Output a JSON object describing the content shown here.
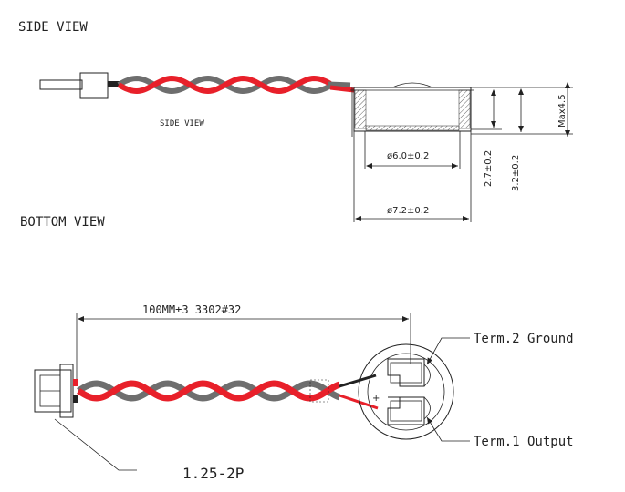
{
  "headings": {
    "side_view": "SIDE VIEW",
    "side_view_small": "SIDE VIEW",
    "bottom_view": "BOTTOM VIEW"
  },
  "dimensions": {
    "inner_diameter": "ø6.0±0.2",
    "outer_diameter": "ø7.2±0.2",
    "inner_height": "2.7±0.2",
    "outer_height": "3.2±0.2",
    "max_height": "Max4.5",
    "cable_length": "100MM±3   3302#32"
  },
  "labels": {
    "term2": "Term.2 Ground",
    "term1": "Term.1 Output",
    "connector": "1.25-2P",
    "plus": "+"
  },
  "colors": {
    "wire_red": "#e8202a",
    "wire_gray": "#6e6e6e",
    "line": "#222222"
  }
}
